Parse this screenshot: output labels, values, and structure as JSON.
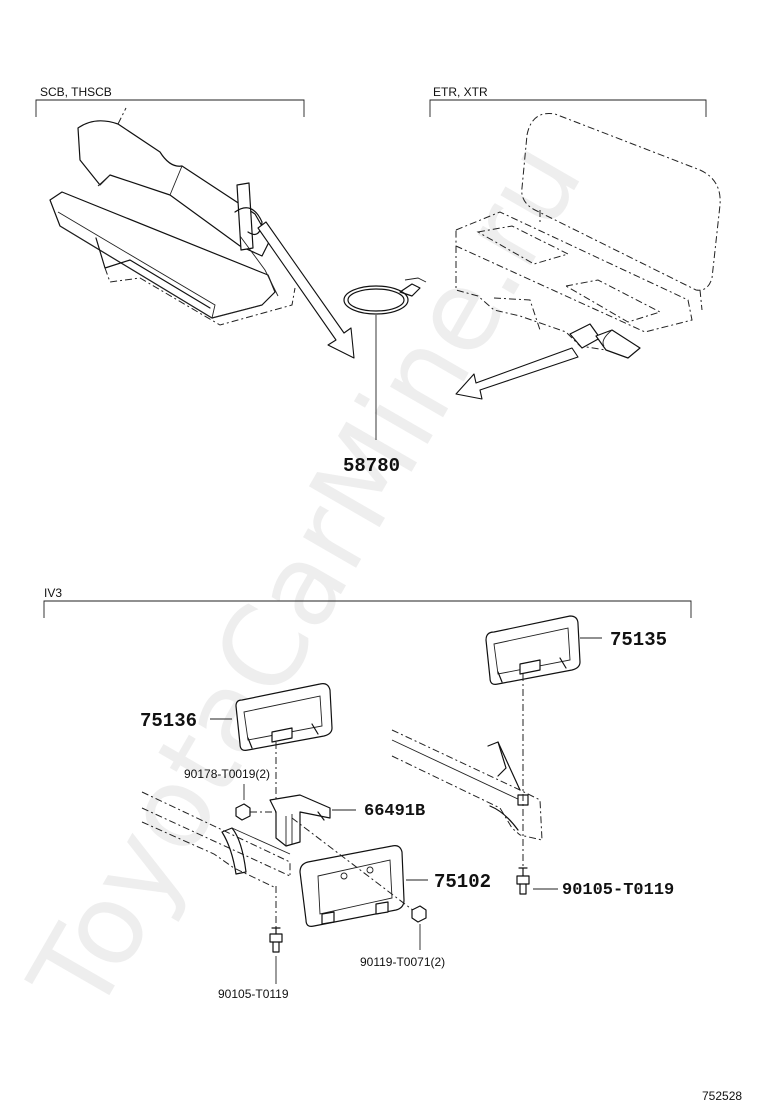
{
  "watermark": "ToyotaCarMine.ru",
  "sections": {
    "top_left": {
      "label": "SCB, THSCB"
    },
    "top_right": {
      "label": "ETR, XTR"
    },
    "bottom": {
      "label": "IV3"
    }
  },
  "parts": {
    "p58780": "58780",
    "p75135": "75135",
    "p75136": "75136",
    "p90178": "90178-T0019(2)",
    "p66491b": "66491B",
    "p75102": "75102",
    "p90105_right": "90105-T0119",
    "p90119": "90119-T0071(2)",
    "p90105_left": "90105-T0119"
  },
  "diagram_code": "752528"
}
